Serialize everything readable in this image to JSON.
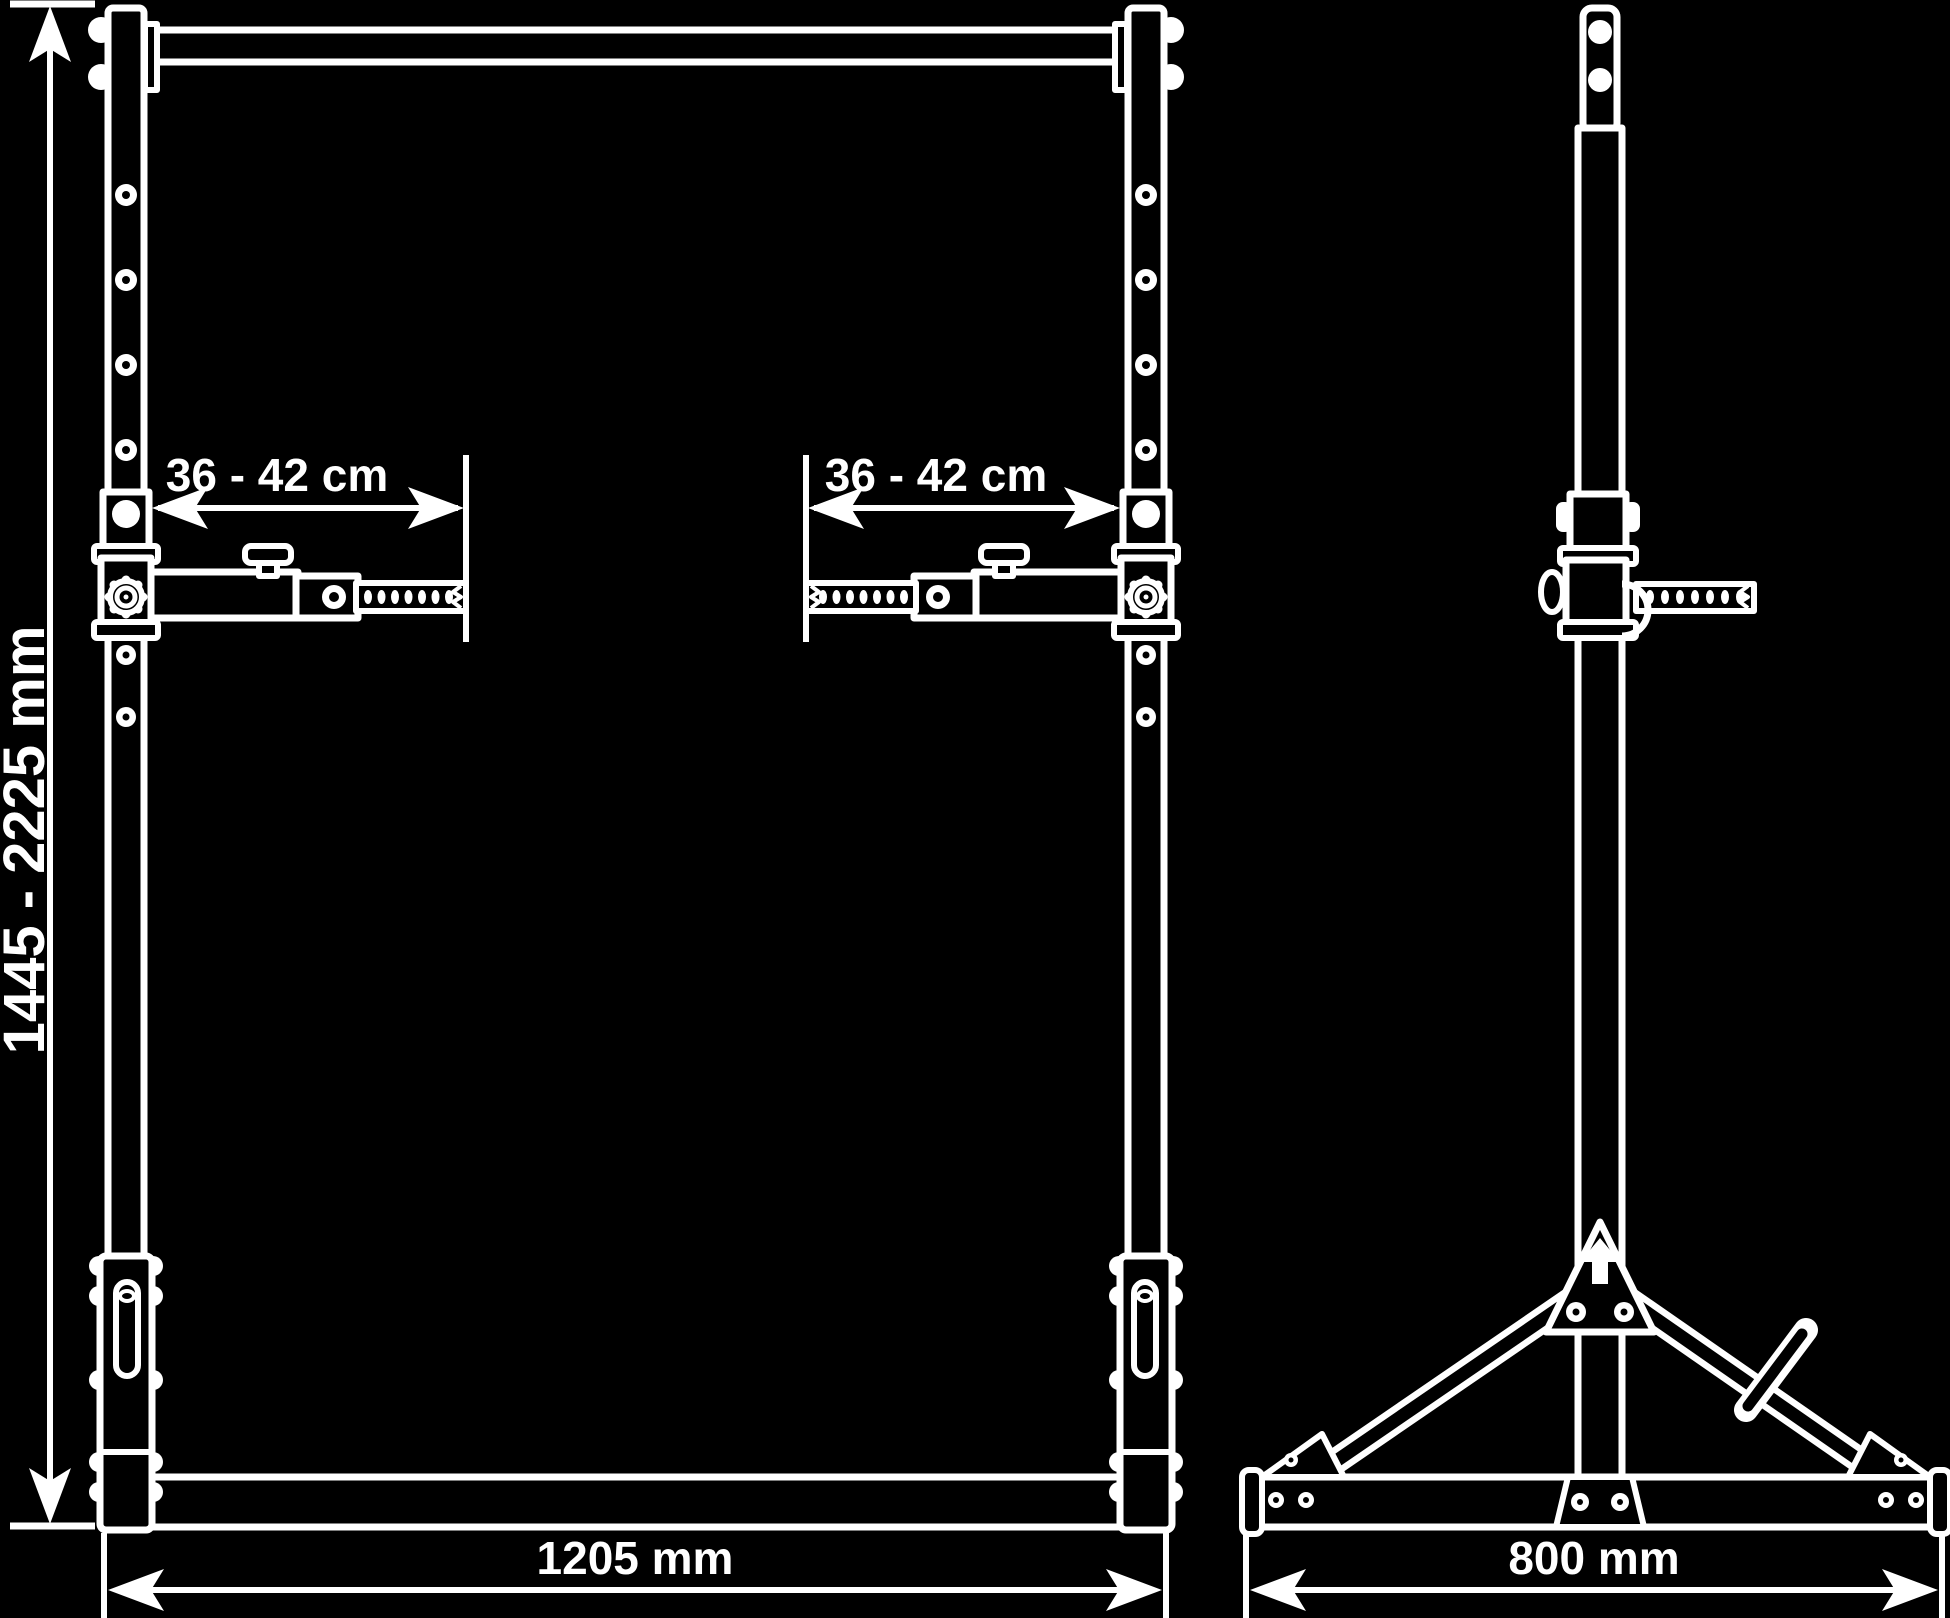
{
  "drawing": {
    "colors": {
      "background": "#000000",
      "line": "#ffffff"
    },
    "labels": {
      "overall_height": "1445 - 2225 mm",
      "hook_left": "36 - 42 cm",
      "hook_right": "36 - 42 cm",
      "front_width": "1205 mm",
      "side_depth": "800 mm"
    }
  }
}
